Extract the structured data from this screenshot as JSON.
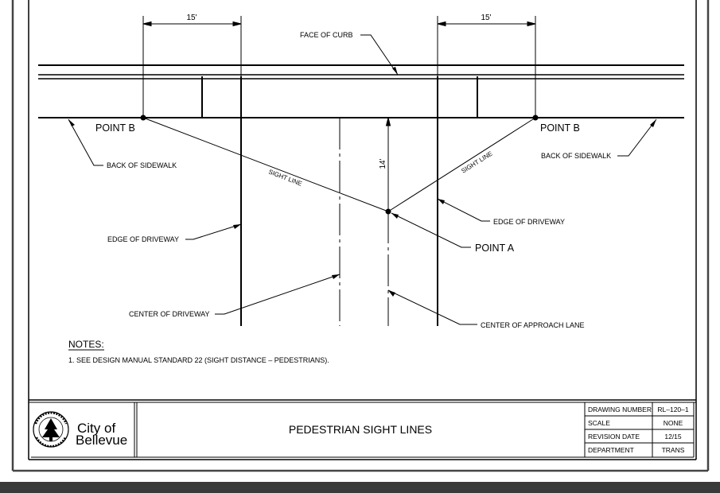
{
  "dimensions": {
    "left_width": "15'",
    "right_width": "15'",
    "depth": "14'"
  },
  "labels": {
    "face_of_curb": "FACE OF CURB",
    "point_b_left": "POINT B",
    "point_b_right": "POINT B",
    "back_of_sidewalk_left": "BACK OF SIDEWALK",
    "back_of_sidewalk_right": "BACK OF SIDEWALK",
    "sight_line_left": "SIGHT LINE",
    "sight_line_right": "SIGHT LINE",
    "edge_of_driveway_left": "EDGE OF DRIVEWAY",
    "edge_of_driveway_right": "EDGE OF DRIVEWAY",
    "point_a": "POINT A",
    "center_of_driveway": "CENTER OF DRIVEWAY",
    "center_of_approach_lane": "CENTER OF APPROACH LANE"
  },
  "notes": {
    "heading": "NOTES:",
    "items": [
      "1.  SEE DESIGN MANUAL STANDARD 22 (SIGHT DISTANCE – PEDESTRIANS)."
    ]
  },
  "title_block": {
    "logo_line1": "City of",
    "logo_line2": "Bellevue",
    "seal_text": "CITY OF BELLEVUE WASHINGTON",
    "title": "PEDESTRIAN SIGHT LINES",
    "rows": [
      {
        "label": "DRAWING NUMBER",
        "value": "RL–120–1"
      },
      {
        "label": "SCALE",
        "value": "NONE"
      },
      {
        "label": "REVISION DATE",
        "value": "12/15"
      },
      {
        "label": "DEPARTMENT",
        "value": "TRANS"
      }
    ]
  },
  "colors": {
    "ink": "#000000",
    "frame": "#444444",
    "bottom_bar": "#3a3a3a",
    "background": "#ffffff"
  }
}
